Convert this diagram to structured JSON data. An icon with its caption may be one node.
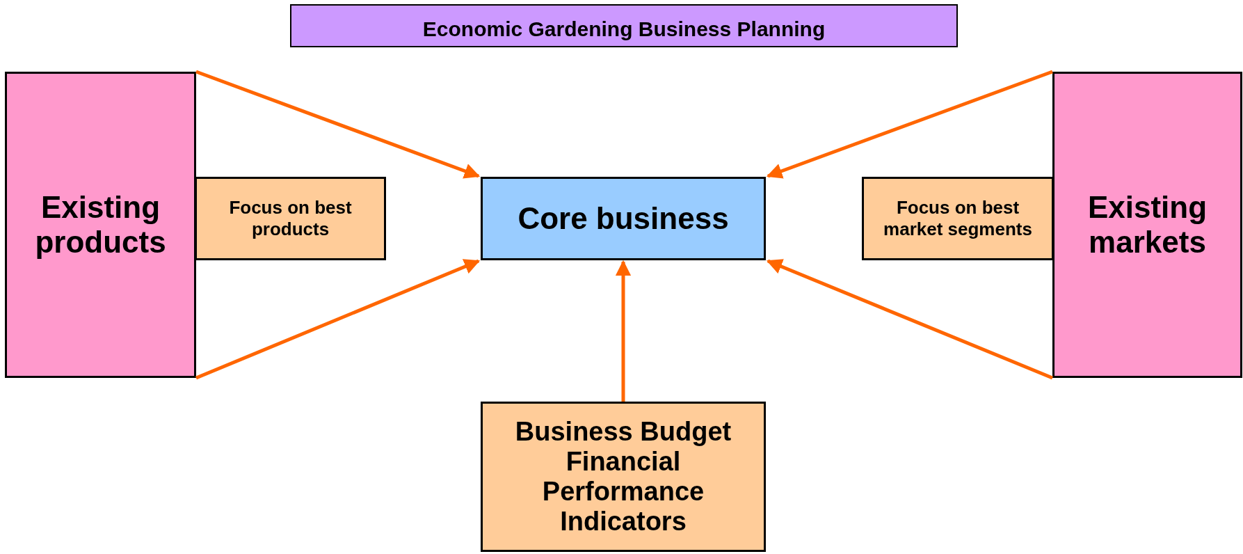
{
  "diagram": {
    "title": "Economic Gardening Business Planning",
    "nodes": [
      {
        "text": [
          "Existing products"
        ]
      },
      {
        "text": [
          "Focus on best products"
        ]
      },
      {
        "text": [
          "Core business"
        ]
      },
      {
        "text": [
          "Focus on best market segments"
        ]
      },
      {
        "text": [
          "Existing markets"
        ]
      },
      {
        "text": [
          "Business Budget Financial Performance Indicators"
        ]
      }
    ],
    "edges": [
      {
        "from": 0,
        "to": 2,
        "arrow": "to"
      },
      {
        "from": 0,
        "to": 2,
        "arrow": "to"
      },
      {
        "from": 4,
        "to": 2,
        "arrow": "to"
      },
      {
        "from": 4,
        "to": 2,
        "arrow": "to"
      },
      {
        "from": 5,
        "to": 2,
        "arrow": "to"
      }
    ]
  }
}
